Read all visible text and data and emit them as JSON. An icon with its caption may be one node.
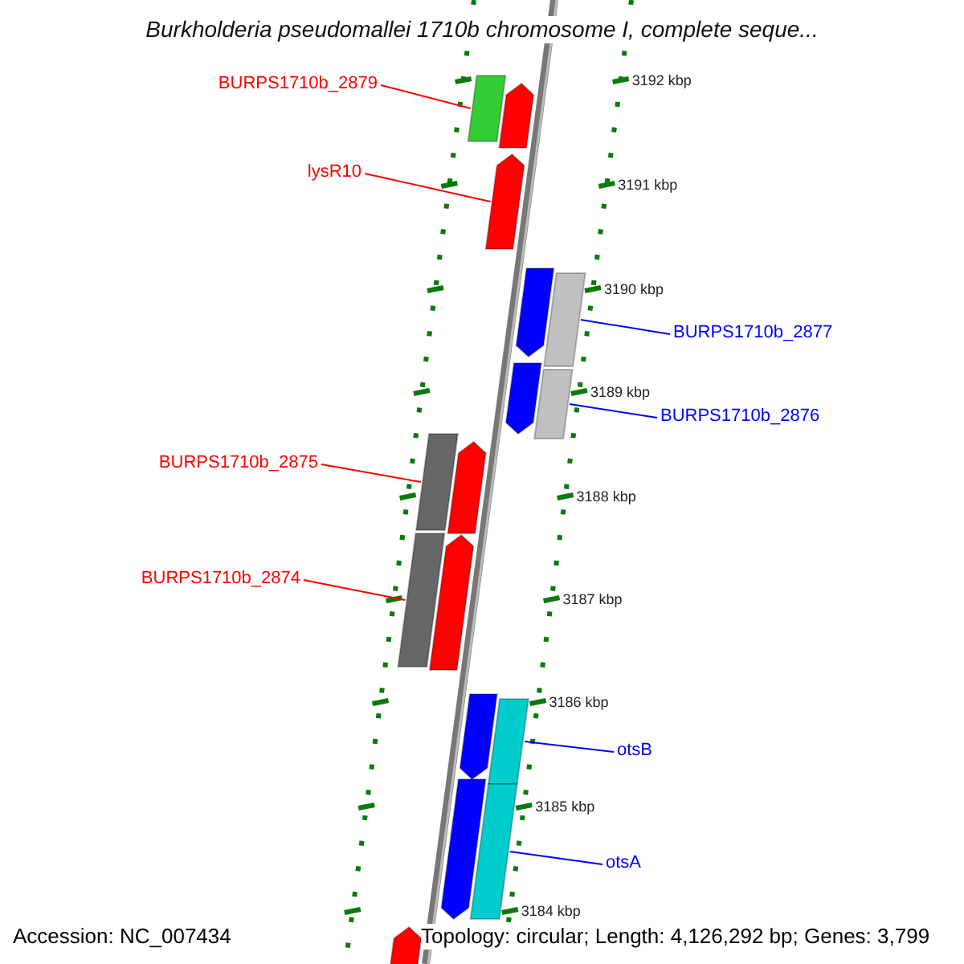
{
  "diagram": {
    "title": "Burkholderia pseudomallei 1710b chromosome I, complete seque...",
    "nodes": [
      {
        "text": [
          "BURPS1710b_2879"
        ]
      },
      {
        "text": [],
        "shape": "bar"
      },
      {
        "text": [],
        "shape": "arrow"
      },
      {
        "text": [
          "lysR10"
        ]
      },
      {
        "text": [],
        "shape": "arrow"
      },
      {
        "text": [],
        "shape": "arrow"
      },
      {
        "text": [],
        "shape": "bar"
      },
      {
        "text": [
          "BURPS1710b_2877"
        ]
      },
      {
        "text": [],
        "shape": "arrow"
      },
      {
        "text": [],
        "shape": "bar"
      },
      {
        "text": [
          "BURPS1710b_2876"
        ]
      },
      {
        "text": [
          "BURPS1710b_2875"
        ]
      },
      {
        "text": [],
        "shape": "bar"
      },
      {
        "text": [],
        "shape": "arrow"
      },
      {
        "text": [],
        "shape": "bar"
      },
      {
        "text": [],
        "shape": "arrow"
      },
      {
        "text": [
          "BURPS1710b_2874"
        ]
      },
      {
        "text": [],
        "shape": "arrow"
      },
      {
        "text": [],
        "shape": "bar"
      },
      {
        "text": [
          "otsB"
        ]
      },
      {
        "text": [],
        "shape": "arrow"
      },
      {
        "text": [],
        "shape": "bar"
      },
      {
        "text": [
          "otsA"
        ]
      },
      {
        "text": [],
        "shape": "arrow"
      }
    ],
    "edges": [
      {
        "from": 0,
        "to": 1,
        "arrow": "none",
        "color": "#ff0000"
      },
      {
        "from": 3,
        "to": 4,
        "arrow": "none",
        "color": "#ff0000"
      },
      {
        "from": 7,
        "to": 6,
        "arrow": "none",
        "color": "#0000ff"
      },
      {
        "from": 10,
        "to": 9,
        "arrow": "none",
        "color": "#0000ff"
      },
      {
        "from": 11,
        "to": 12,
        "arrow": "none",
        "color": "#ff0000"
      },
      {
        "from": 16,
        "to": 14,
        "arrow": "none",
        "color": "#ff0000"
      },
      {
        "from": 19,
        "to": 18,
        "arrow": "none",
        "color": "#0000ff"
      },
      {
        "from": 22,
        "to": 21,
        "arrow": "none",
        "color": "#0000ff"
      }
    ],
    "labels": [
      "3192 kbp",
      "3191 kbp",
      "3190 kbp",
      "3189 kbp",
      "3188 kbp",
      "3187 kbp",
      "3186 kbp",
      "3185 kbp",
      "3184 kbp",
      "Accession: NC_007434",
      "Topology: circular; Length: 4,126,292 bp; Genes: 3,799"
    ]
  }
}
